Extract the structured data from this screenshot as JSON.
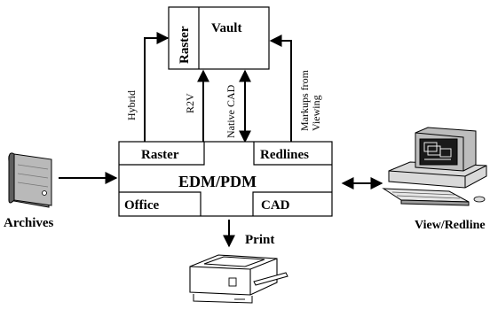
{
  "vault": {
    "raster_label": "Raster",
    "title": "Vault"
  },
  "flows": {
    "hybrid": "Hybrid",
    "r2v": "R2V",
    "native_cad": "Native CAD",
    "markups_line1": "Markups from",
    "markups_line2": "Viewing"
  },
  "edm": {
    "raster": "Raster",
    "redlines": "Redlines",
    "title": "EDM/PDM",
    "office": "Office",
    "cad": "CAD"
  },
  "archives_label": "Archives",
  "viewer_label": "View/Redline",
  "print_label": "Print"
}
